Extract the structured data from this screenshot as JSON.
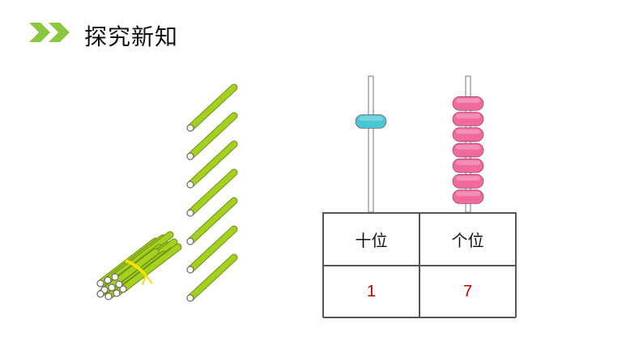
{
  "header": {
    "title": "探究新知",
    "chevron_color": "#8cc63f",
    "chevron_icon": "double-chevron-right-icon"
  },
  "sticks": {
    "bundle_count": 1,
    "single_count": 7,
    "stick_color": "#a4d11f",
    "band_color": "#f6e000"
  },
  "abacus": {
    "tens_beads": 1,
    "ones_beads": 7,
    "tens_bead_color": "#49c6d3",
    "ones_bead_color": "#f06a9c"
  },
  "place_table": {
    "headers": [
      "十位",
      "个位"
    ],
    "values": [
      "1",
      "7"
    ]
  }
}
